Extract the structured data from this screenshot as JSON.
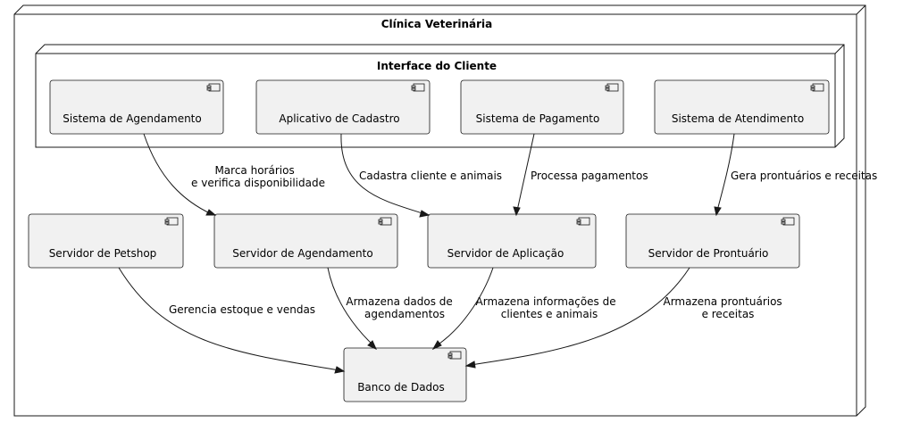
{
  "outer_node": {
    "title": "Clínica Veterinária"
  },
  "inner_node": {
    "title": "Interface do Cliente"
  },
  "components": {
    "sistema_agendamento": "Sistema de Agendamento",
    "aplicativo_cadastro": "Aplicativo de Cadastro",
    "sistema_pagamento": "Sistema de Pagamento",
    "sistema_atendimento": "Sistema de Atendimento",
    "servidor_petshop": "Servidor de Petshop",
    "servidor_agendamento": "Servidor de Agendamento",
    "servidor_aplicacao": "Servidor de Aplicação",
    "servidor_prontuario": "Servidor de Prontuário",
    "banco_dados": "Banco de Dados"
  },
  "edges": {
    "agendamento_label": [
      "Marca horários",
      "e verifica disponibilidade"
    ],
    "cadastro_label": [
      "Cadastra cliente e animais"
    ],
    "pagamento_label": [
      "Processa pagamentos"
    ],
    "atendimento_label": [
      "Gera prontuários e receitas"
    ],
    "petshop_label": [
      "Gerencia estoque e vendas"
    ],
    "srv_agendamento_label": [
      "Armazena dados de",
      "agendamentos"
    ],
    "srv_aplicacao_label": [
      "Armazena informações de",
      "clientes e animais"
    ],
    "srv_prontuario_label": [
      "Armazena prontuários",
      "e receitas"
    ]
  }
}
